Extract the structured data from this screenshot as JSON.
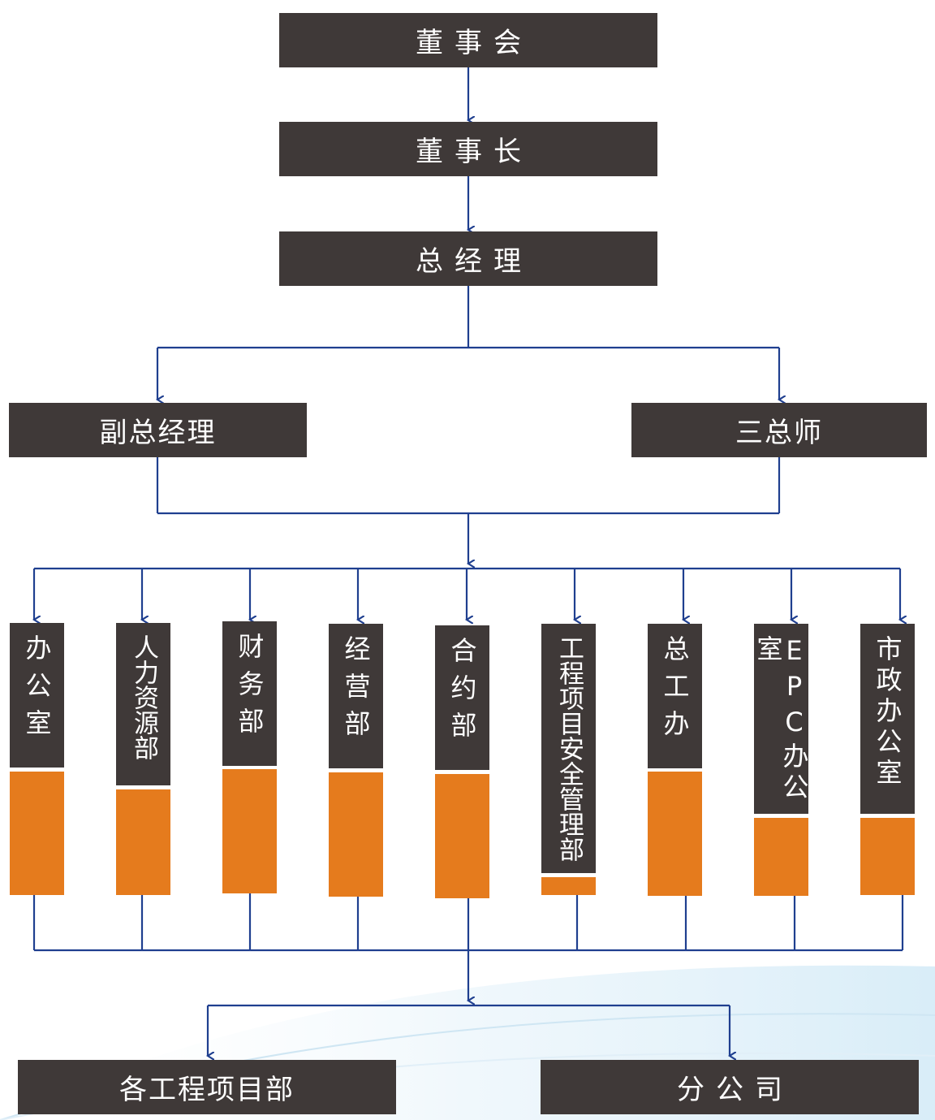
{
  "top": {
    "board": "董事会",
    "chairman": "董事长",
    "general_manager": "总经理"
  },
  "middle": {
    "deputy_gm": "副总经理",
    "three_chiefs": "三总师"
  },
  "departments": [
    {
      "label": "办公室"
    },
    {
      "label": "人力资源部"
    },
    {
      "label": "财务部"
    },
    {
      "label": "经营部"
    },
    {
      "label": "合约部"
    },
    {
      "label": "工程项目安全管理部"
    },
    {
      "label": "总工办"
    },
    {
      "label": "EPC办公室"
    },
    {
      "label": "市政办公室"
    }
  ],
  "bottom": {
    "project_depts": "各工程项目部",
    "branch": "分公司"
  },
  "colors": {
    "box": "#3f3938",
    "accent": "#e57b1d",
    "line": "#1f3f8f"
  }
}
